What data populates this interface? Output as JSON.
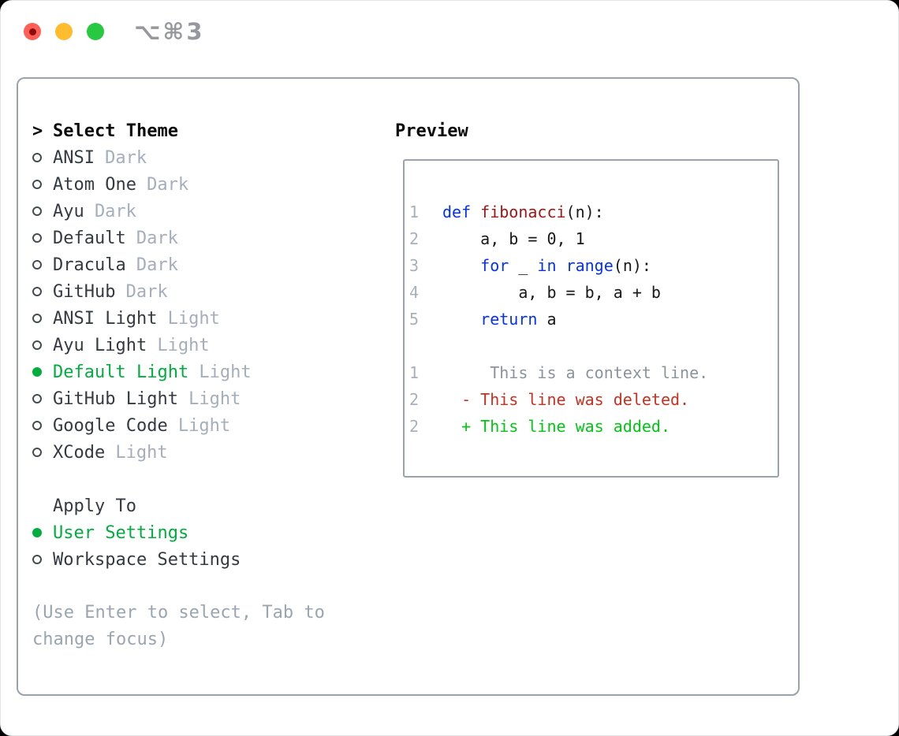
{
  "window": {
    "title_shortcut": "⌥⌘3"
  },
  "theme_picker": {
    "prompt": ">",
    "title": "Select Theme",
    "items": [
      {
        "label": "ANSI",
        "tag": "Dark",
        "selected": false
      },
      {
        "label": "Atom One",
        "tag": "Dark",
        "selected": false
      },
      {
        "label": "Ayu",
        "tag": "Dark",
        "selected": false
      },
      {
        "label": "Default",
        "tag": "Dark",
        "selected": false
      },
      {
        "label": "Dracula",
        "tag": "Dark",
        "selected": false
      },
      {
        "label": "GitHub",
        "tag": "Dark",
        "selected": false
      },
      {
        "label": "ANSI Light",
        "tag": "Light",
        "selected": false
      },
      {
        "label": "Ayu Light",
        "tag": "Light",
        "selected": false
      },
      {
        "label": "Default Light",
        "tag": "Light",
        "selected": true
      },
      {
        "label": "GitHub Light",
        "tag": "Light",
        "selected": false
      },
      {
        "label": "Google Code",
        "tag": "Light",
        "selected": false
      },
      {
        "label": "XCode",
        "tag": "Light",
        "selected": false
      }
    ]
  },
  "apply_to": {
    "title": "Apply To",
    "options": [
      {
        "label": "User Settings",
        "selected": true
      },
      {
        "label": "Workspace Settings",
        "selected": false
      }
    ]
  },
  "hint": "(Use Enter to select, Tab to change focus)",
  "preview": {
    "title": "Preview",
    "code_lines": [
      {
        "num": "1",
        "kind": "code",
        "tokens": [
          {
            "t": "def",
            "c": "kw"
          },
          {
            "t": " ",
            "c": "pl"
          },
          {
            "t": "fibonacci",
            "c": "fn"
          },
          {
            "t": "(n):",
            "c": "pl"
          }
        ]
      },
      {
        "num": "2",
        "kind": "code",
        "tokens": [
          {
            "t": "    a, b = 0, 1",
            "c": "pl"
          }
        ]
      },
      {
        "num": "3",
        "kind": "code",
        "tokens": [
          {
            "t": "    ",
            "c": "pl"
          },
          {
            "t": "for",
            "c": "kw"
          },
          {
            "t": " _ ",
            "c": "pl"
          },
          {
            "t": "in",
            "c": "kw"
          },
          {
            "t": " ",
            "c": "pl"
          },
          {
            "t": "range",
            "c": "kw"
          },
          {
            "t": "(n):",
            "c": "pl"
          }
        ]
      },
      {
        "num": "4",
        "kind": "code",
        "tokens": [
          {
            "t": "        a, b = b, a + b",
            "c": "pl"
          }
        ]
      },
      {
        "num": "5",
        "kind": "code",
        "tokens": [
          {
            "t": "    ",
            "c": "pl"
          },
          {
            "t": "return",
            "c": "kw"
          },
          {
            "t": " a",
            "c": "pl"
          }
        ]
      },
      {
        "num": "",
        "kind": "blank",
        "tokens": []
      },
      {
        "num": "1",
        "kind": "diff",
        "tokens": [
          {
            "t": "     This is a context line.",
            "c": "ctx"
          }
        ]
      },
      {
        "num": "2",
        "kind": "diff",
        "tokens": [
          {
            "t": "  - This line was deleted.",
            "c": "del"
          }
        ]
      },
      {
        "num": "2",
        "kind": "diff",
        "tokens": [
          {
            "t": "  + This line was added.",
            "c": "add"
          }
        ]
      }
    ]
  },
  "colors": {
    "selection_green": "#00ae3d",
    "added_green": "#00c713",
    "deleted_red": "#c9301f",
    "keyword_blue": "#0431fa",
    "function_red": "#a31515",
    "context_gray": "#8b939c",
    "tag_gray": "#a4aebc",
    "border_gray": "#9aa3ad",
    "traffic_close": "#ff5f57",
    "traffic_minimize": "#febc2e",
    "traffic_zoom": "#28c840"
  }
}
